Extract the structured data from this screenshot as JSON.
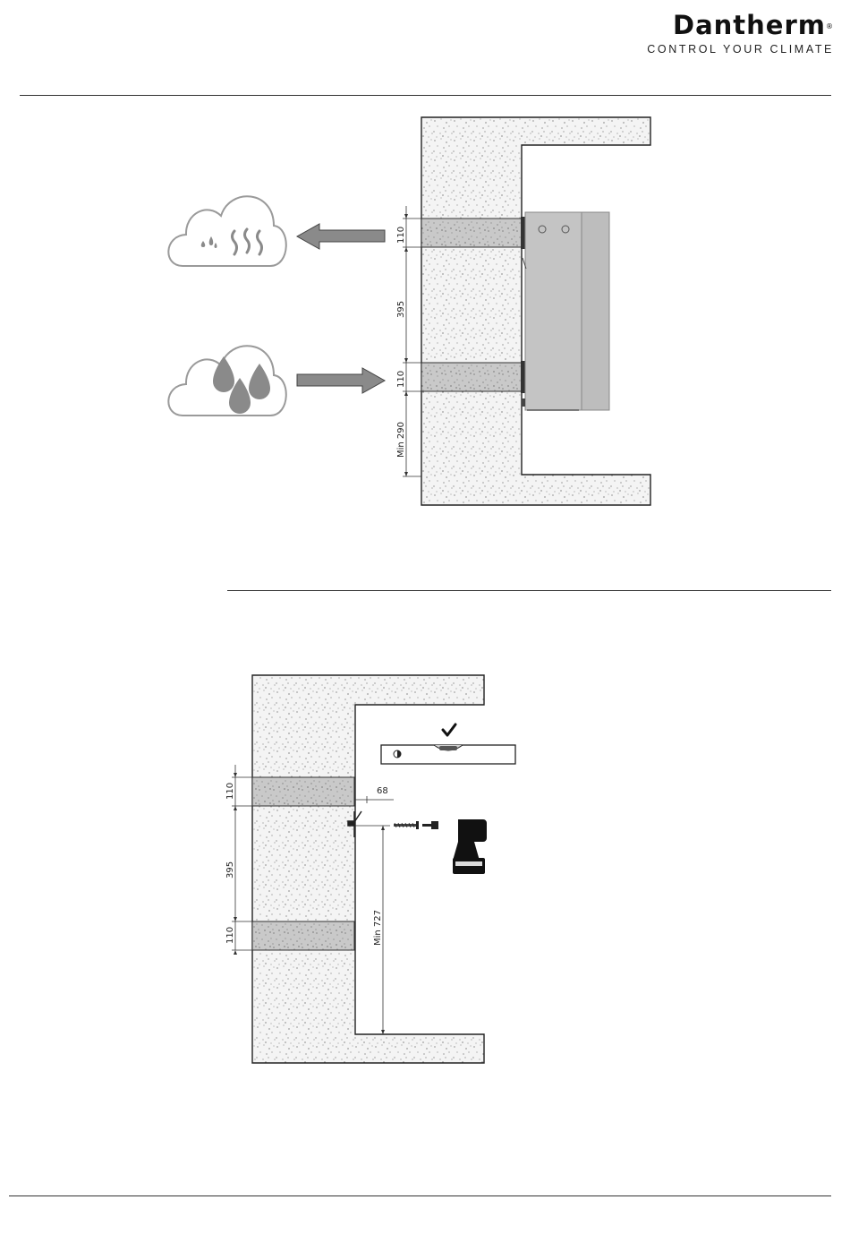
{
  "header": {
    "brand": "Dantherm",
    "registered_mark": "®",
    "tagline": "CONTROL YOUR CLIMATE"
  },
  "figure_top": {
    "dimensions": {
      "upper_duct": "110",
      "spacing": "395",
      "lower_duct": "110",
      "min_floor": "Min 290"
    },
    "icons": [
      "humid-cloud-icon",
      "rain-cloud-icon",
      "exhaust-arrow-icon",
      "intake-arrow-icon"
    ]
  },
  "figure_bottom": {
    "dimensions": {
      "upper_duct": "110",
      "spacing": "395",
      "lower_duct": "110",
      "offset": "68",
      "min_height": "Min 727"
    },
    "icons": [
      "spirit-level-icon",
      "checkmark-icon",
      "screw-icon",
      "drill-icon"
    ]
  },
  "colors": {
    "concrete": "#f3f3f3",
    "duct": "#c9c9c9",
    "unit": "#c2c2c2",
    "cloud_stroke": "#9a9a9a",
    "arrow": "#8a8a8a"
  }
}
